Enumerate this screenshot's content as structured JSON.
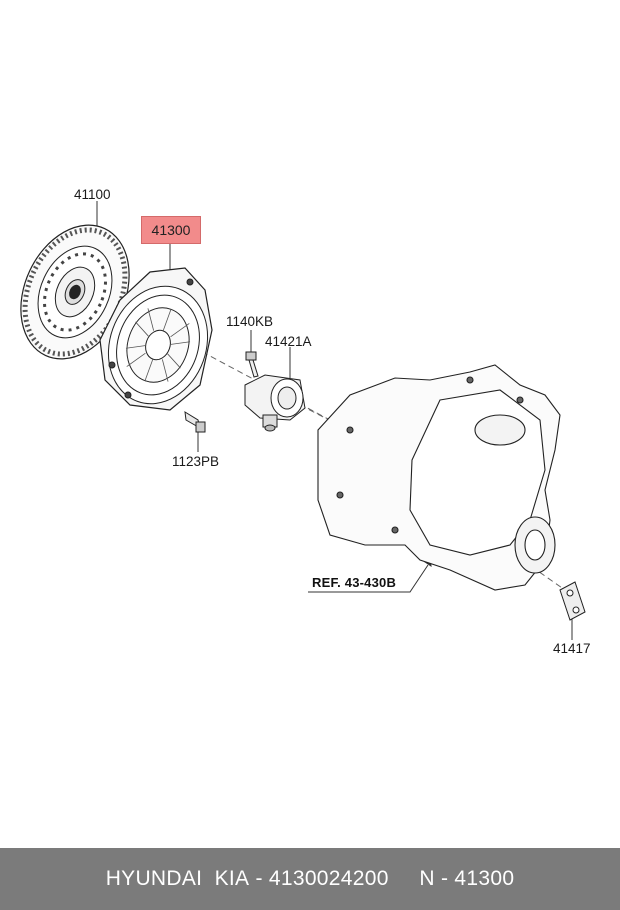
{
  "labels": {
    "clutch_disc": "41100",
    "clutch_cover": "41300",
    "bolt_top": "1140KB",
    "release_cylinder": "41421A",
    "bolt_bottom": "1123PB",
    "reference": "REF. 43-430B",
    "bracket": "41417"
  },
  "colors": {
    "highlight": "#f28b8b",
    "footer_bg": "#7b7b7b",
    "line": "#333333"
  },
  "footer": {
    "brand": "HYUNDAI  KIA",
    "separator1": " - ",
    "part_number": "4130024200",
    "gap": "     ",
    "prefix": "N",
    "separator2": " - ",
    "ref_number": "41300"
  }
}
